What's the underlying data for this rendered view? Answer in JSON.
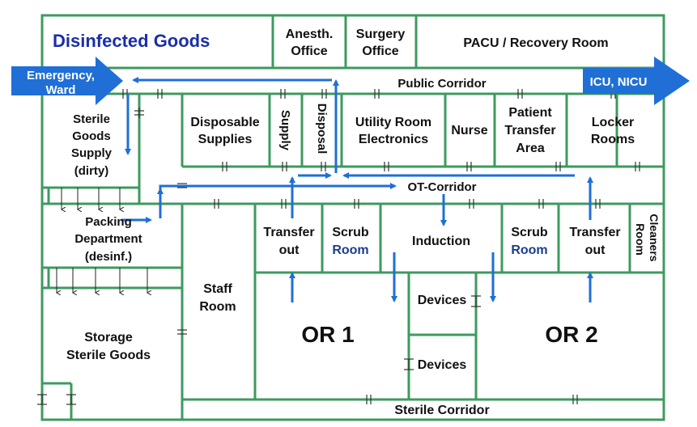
{
  "colors": {
    "wall": "#3d9a5e",
    "flow_arrow": "#1f6fd6",
    "title_text": "#1a2fa8",
    "exit_arrow_fill": "#1f6fd6",
    "room_accent_text": "#1a3d8f"
  },
  "title": "Disinfected Goods",
  "exits": {
    "left": {
      "line1": "Emergency,",
      "line2": "Ward"
    },
    "right": "ICU, NICU"
  },
  "corridors": {
    "public": "Public Corridor",
    "ot": "OT-Corridor",
    "sterile": "Sterile Corridor"
  },
  "rooms": {
    "anesth_office": {
      "line1": "Anesth.",
      "line2": "Office"
    },
    "surgery_office": {
      "line1": "Surgery",
      "line2": "Office"
    },
    "pacu": "PACU / Recovery Room",
    "sterile_goods_supply": {
      "line1": "Sterile",
      "line2": "Goods",
      "line3": "Supply",
      "line4": "(dirty)"
    },
    "disposable_supplies": {
      "line1": "Disposable",
      "line2": "Supplies"
    },
    "supply": "Supply",
    "disposal": "Disposal",
    "utility_room": {
      "line1": "Utility Room",
      "line2": "Electronics"
    },
    "nurse": "Nurse",
    "patient_transfer": {
      "line1": "Patient",
      "line2": "Transfer",
      "line3": "Area"
    },
    "locker_rooms": {
      "line1": "Locker",
      "line2": "Rooms"
    },
    "packing_department": {
      "line1": "Packing",
      "line2": "Department",
      "line3": "(desinf.)"
    },
    "transfer_out_left": {
      "line1": "Transfer",
      "line2": "out"
    },
    "scrub_room_left": {
      "line1": "Scrub",
      "line2": "Room"
    },
    "induction": "Induction",
    "scrub_room_right": {
      "line1": "Scrub",
      "line2": "Room"
    },
    "transfer_out_right": {
      "line1": "Transfer",
      "line2": "out"
    },
    "cleaners_room": {
      "line1": "Cleaners",
      "line2": "Room"
    },
    "staff_room": {
      "line1": "Staff",
      "line2": "Room"
    },
    "devices_top": "Devices",
    "devices_bottom": "Devices",
    "or1": "OR 1",
    "or2": "OR 2",
    "storage": {
      "line1": "Storage",
      "line2": "Sterile Goods"
    }
  }
}
